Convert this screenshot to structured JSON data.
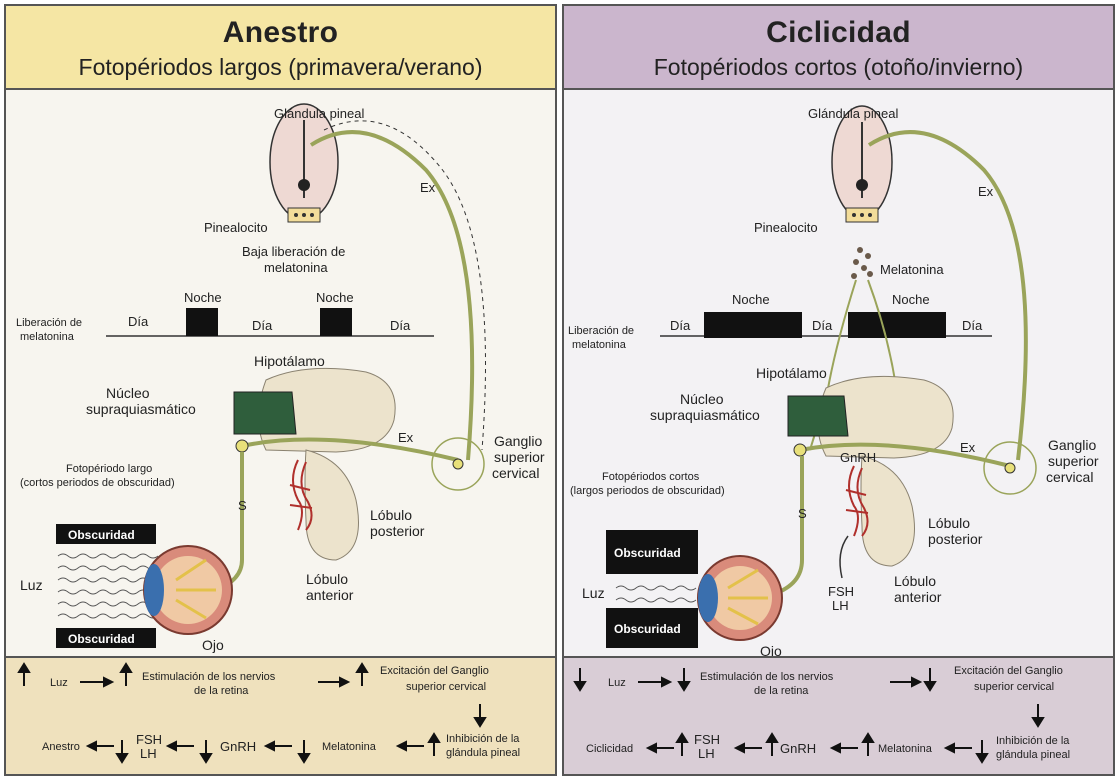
{
  "left": {
    "title": "Anestro",
    "subtitle": "Fotopériodos largos (primavera/verano)",
    "pineal_gland": "Glándula pineal",
    "pinealocyte": "Pinealocito",
    "low_release": [
      "Baja liberación de",
      "melatonina"
    ],
    "ex_upper": "Ex",
    "ex_lower": "Ex",
    "melatonin_release": [
      "Liberación de",
      "melatonina"
    ],
    "day": "Día",
    "night": "Noche",
    "hypothalamus": "Hipotálamo",
    "scn": [
      "Núcleo",
      "supraquiasmático"
    ],
    "ganglion": [
      "Ganglio",
      "superior",
      "cervical"
    ],
    "photoperiod": [
      "Fotopériodo largo",
      "(cortos periodos de obscuridad)"
    ],
    "darkness": "Obscuridad",
    "light": "Luz",
    "s_label": "S",
    "posterior_lobe": [
      "Lóbulo",
      "posterior"
    ],
    "anterior_lobe": [
      "Lóbulo",
      "anterior"
    ],
    "eye": "Ojo",
    "flow": {
      "row1": [
        "Luz",
        "Estimulación de los nervios",
        "de la retina",
        "Excitación del Ganglio",
        "superior cervical"
      ],
      "row2": [
        "Anestro",
        "FSH",
        "LH",
        "GnRH",
        "Melatonina",
        "Inhibición de la",
        "glándula pineal"
      ]
    }
  },
  "right": {
    "title": "Ciclicidad",
    "subtitle": "Fotopériodos cortos (otoño/invierno)",
    "pineal_gland": "Glándula pineal",
    "pinealocyte": "Pinealocito",
    "melatonin": "Melatonina",
    "ex_upper": "Ex",
    "ex_lower": "Ex",
    "melatonin_release": [
      "Liberación de",
      "melatonina"
    ],
    "day": "Día",
    "night": "Noche",
    "hypothalamus": "Hipotálamo",
    "scn": [
      "Núcleo",
      "supraquiasmático"
    ],
    "gnrh": "GnRH",
    "ganglion": [
      "Ganglio",
      "superior",
      "cervical"
    ],
    "photoperiod": [
      "Fotopériodos cortos",
      "(largos periodos de obscuridad)"
    ],
    "darkness": "Obscuridad",
    "light": "Luz",
    "s_label": "S",
    "posterior_lobe": [
      "Lóbulo",
      "posterior"
    ],
    "anterior_lobe": [
      "Lóbulo",
      "anterior"
    ],
    "fsh_lh": [
      "FSH",
      "LH"
    ],
    "eye": "Ojo",
    "flow": {
      "row1": [
        "Luz",
        "Estimulación de los nervios",
        "de la retina",
        "Excitación del Ganglio",
        "superior cervical"
      ],
      "row2": [
        "Ciclicidad",
        "FSH",
        "LH",
        "GnRH",
        "Melatonina",
        "Inhibición de la",
        "glándula pineal"
      ]
    }
  },
  "colors": {
    "nerve": "#9aa45a",
    "hypothalamus": "#ece3cc",
    "scn": "#2f5e3c",
    "pineal": "#eed9d3",
    "vessel": "#b0302c"
  }
}
